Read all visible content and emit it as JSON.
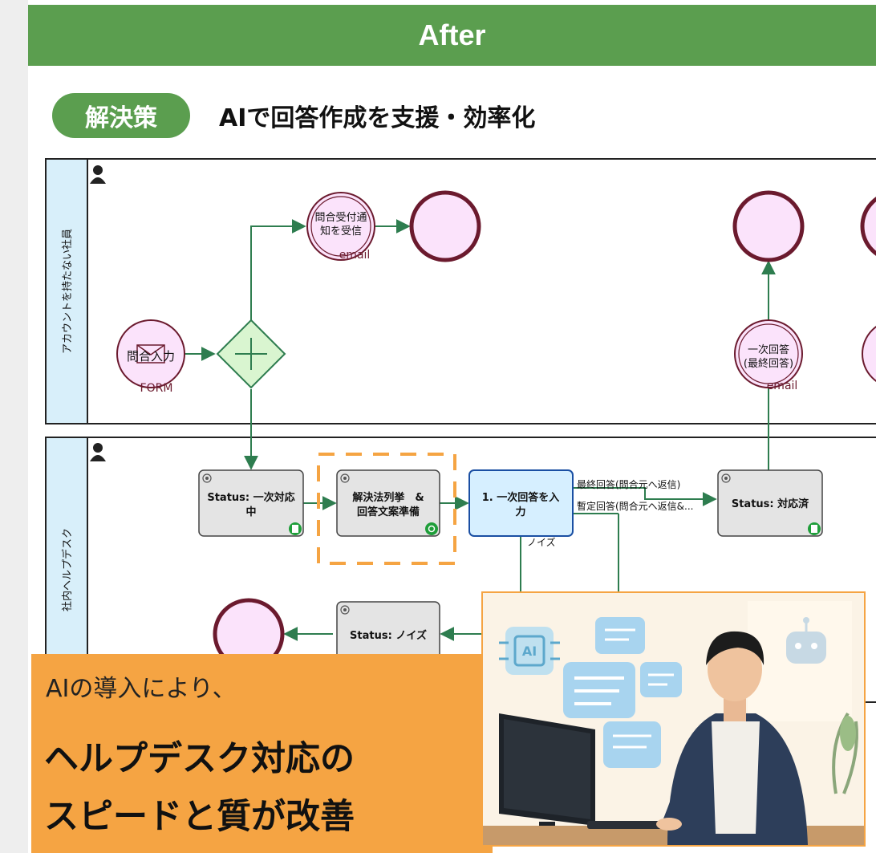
{
  "header": {
    "title": "After"
  },
  "solution": {
    "badge": "解決策",
    "text": "AIで回答作成を支援・効率化"
  },
  "lanes": [
    {
      "label": "アカウントを持たない社員"
    },
    {
      "label": "社内ヘルプデスク"
    }
  ],
  "events": {
    "inquiry_input": {
      "label": "問合入力",
      "sub": "FORM"
    },
    "receipt_notice": {
      "label1": "問合受付通",
      "label2": "知を受信",
      "sub": "email"
    },
    "first_answer": {
      "label1": "一次回答",
      "label2": "(最終回答)",
      "sub": "email"
    }
  },
  "tasks": {
    "status_first": {
      "line1": "Status: 一次対応",
      "line2": "中"
    },
    "solution_prep": {
      "line1": "解決法列挙　&",
      "line2": "回答文案準備"
    },
    "first_answer_input": {
      "line1": "1. 一次回答を入",
      "line2": "力"
    },
    "status_done": {
      "line1": "Status: 対応済"
    },
    "status_noise": {
      "line1": "Status: ノイズ"
    }
  },
  "flows": {
    "final": "最終回答(問合元へ返信)",
    "interim": "暫定回答(問合元へ返信&...",
    "noise": "ノイズ"
  },
  "banner": {
    "line1": "AIの導入により、",
    "line2": "ヘルプデスク対応の",
    "line3": "スピードと質が改善"
  },
  "illustration": {
    "chip_label": "AI"
  },
  "colors": {
    "header_green": "#5b9e4f",
    "flow_green": "#2e7d4f",
    "event_fill": "#fbe3fb",
    "event_stroke": "#6b1a2e",
    "gateway_fill": "#d9f5d0",
    "lane_label_bg": "#d8effa",
    "task_fill": "#e4e4e4",
    "task_highlight_fill": "#d6efff",
    "task_highlight_stroke": "#1a4fa3",
    "dashed_highlight": "#f5a443",
    "banner_bg": "#f5a443"
  }
}
